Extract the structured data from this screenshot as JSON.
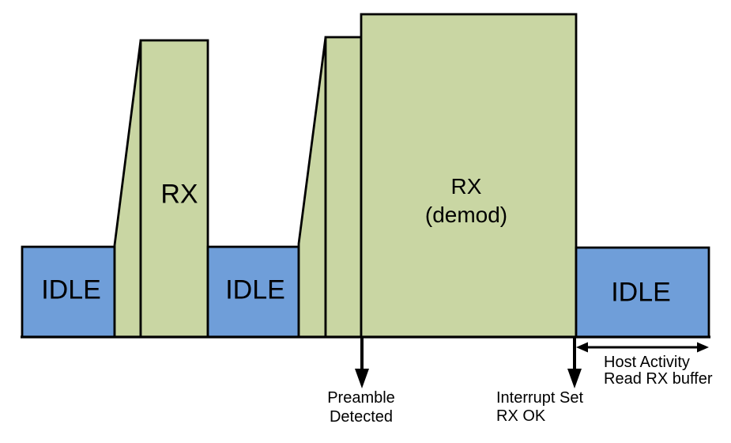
{
  "colors": {
    "idle_fill": "#6f9ed9",
    "rx_fill": "#c9d6a3",
    "line": "#000000"
  },
  "blocks": {
    "idle1_label": "IDLE",
    "rx1_label": "RX",
    "idle2_label": "IDLE",
    "rx_demod_label": "RX",
    "rx_demod_sublabel": "(demod)",
    "idle3_label": "IDLE"
  },
  "annotations": {
    "preamble_detected": {
      "line1": "Preamble",
      "line2": "Detected"
    },
    "interrupt_set": {
      "line1": "Interrupt Set",
      "line2": "RX OK"
    },
    "host_activity": {
      "line1": "Host Activity",
      "line2": "Read RX buffer"
    }
  }
}
